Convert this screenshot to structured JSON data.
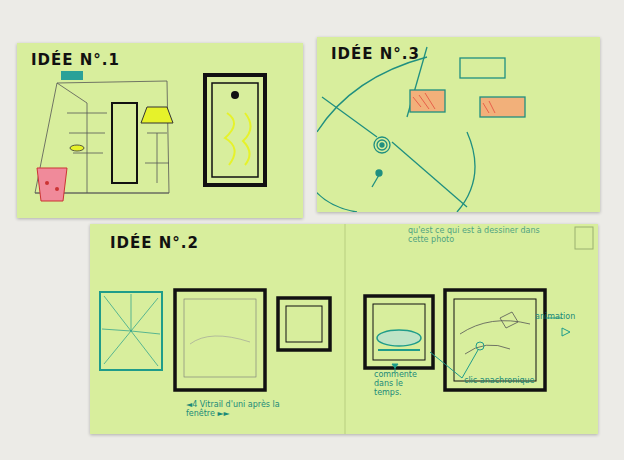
{
  "diagram": {
    "nodes": [
      {
        "text": [
          "IDÉE N°.1"
        ]
      },
      {
        "text": [
          "IDÉE N°.3"
        ]
      },
      {
        "text": [
          "IDÉE N°.2",
          "◄4 Vitrail d'uni après la fenêtre ►►",
          "qu'est ce qui est à dessiner dans cette photo",
          "commente dans le temps.",
          "clic anachronique",
          "animation"
        ]
      }
    ]
  }
}
